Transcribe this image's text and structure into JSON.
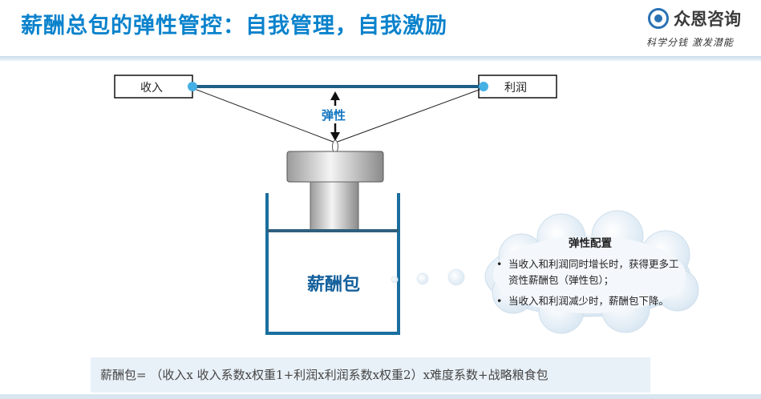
{
  "title": "薪酬总包的弹性管控：自我管理，自我激励",
  "logo": {
    "name": "众恩咨询",
    "slogan": "科学分钱 激发潜能",
    "icon": "swirl-logo-icon"
  },
  "diagram": {
    "left_box": "收入",
    "right_box": "利润",
    "elastic_label": "弹性",
    "package_label": "薪酬包"
  },
  "cloud": {
    "title": "弹性配置",
    "items": [
      "当收入和利润同时增长时，获得更多工资性薪酬包（弹性包）；",
      "当收入和利润减少时，薪酬包下降。"
    ]
  },
  "formula": "薪酬包= （收入x 收入系数x权重1+利润x利润系数x权重2）x难度系数+战略粮食包",
  "colors": {
    "title": "#0a82cc",
    "accent": "#1a88c9",
    "frame": "#1a6f9e",
    "formula_bg": "#e9f1f8"
  }
}
